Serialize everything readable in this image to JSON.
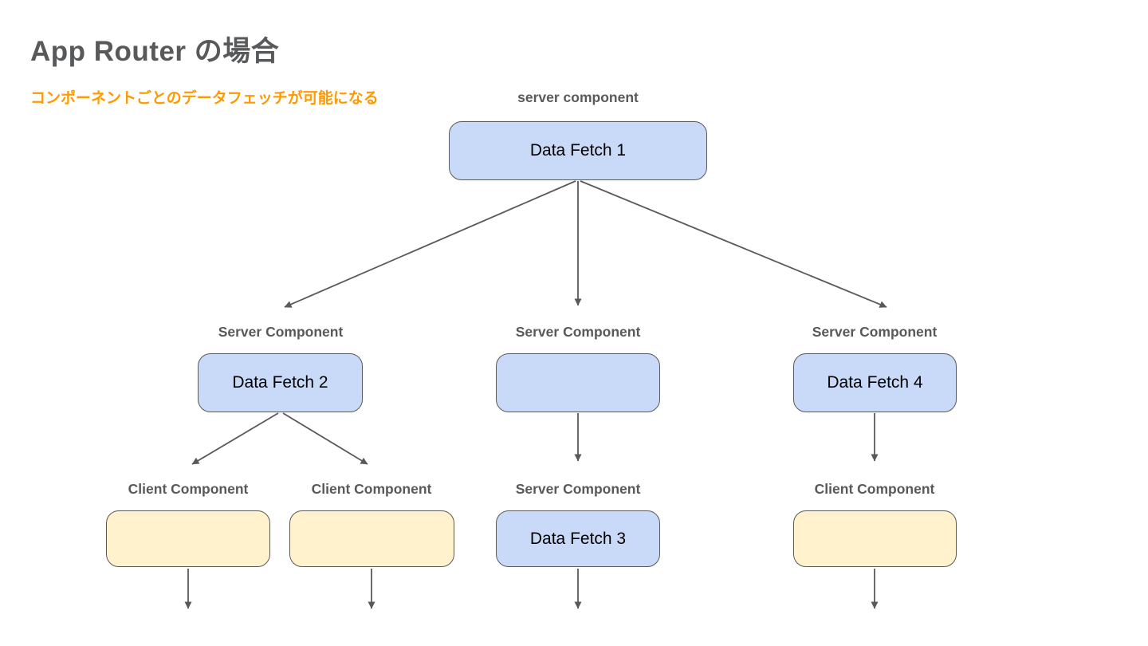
{
  "slide": {
    "title": "App Router の場合",
    "subtitle": "コンポーネントごとのデータフェッチが可能になる"
  },
  "colors": {
    "title_text": "#58595b",
    "subtitle_text": "#ff9900",
    "label_text": "#595959",
    "box_border": "#595959",
    "box_text": "#000000",
    "server_box_fill": "#c9daf8",
    "client_box_fill": "#fff2cc",
    "arrow": "#595959"
  },
  "nodes": {
    "root": {
      "label": "server component",
      "text": "Data Fetch 1",
      "kind": "server"
    },
    "level2": [
      {
        "label": "Server Component",
        "text": "Data Fetch 2",
        "kind": "server"
      },
      {
        "label": "Server Component",
        "text": "",
        "kind": "server"
      },
      {
        "label": "Server Component",
        "text": "Data Fetch 4",
        "kind": "server"
      }
    ],
    "level3": [
      {
        "label": "Client Component",
        "text": "",
        "kind": "client"
      },
      {
        "label": "Client Component",
        "text": "",
        "kind": "client"
      },
      {
        "label": "Server Component",
        "text": "Data Fetch 3",
        "kind": "server"
      },
      {
        "label": "Client Component",
        "text": "",
        "kind": "client"
      }
    ]
  }
}
